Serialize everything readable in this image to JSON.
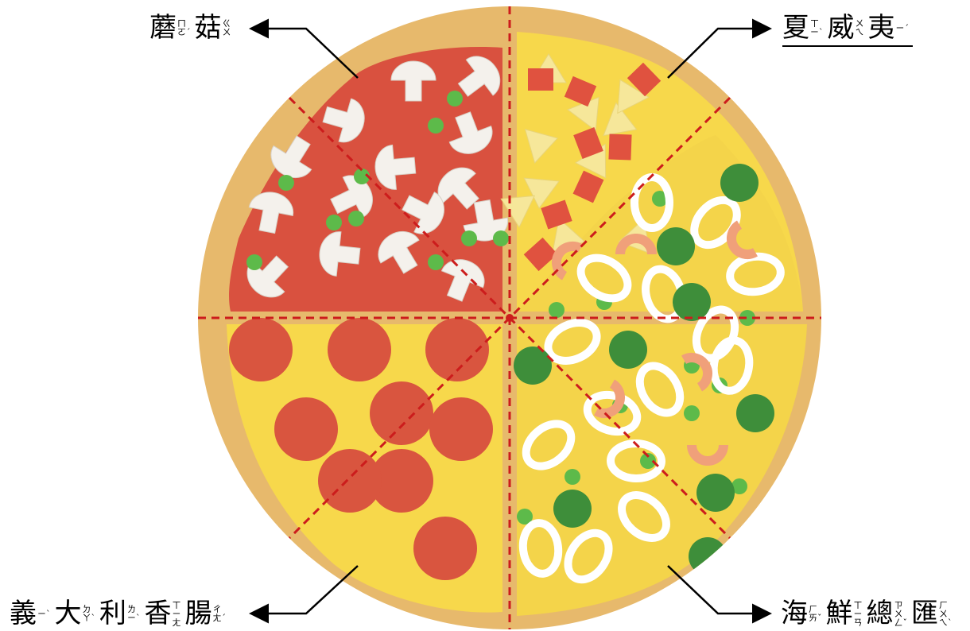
{
  "labels": {
    "mushroom": [
      {
        "char": "蘑",
        "zhuyin": [
          "ㄇ",
          "ㄛ"
        ],
        "tone": "ˊ"
      },
      {
        "char": "菇",
        "zhuyin": [
          "ㄍ",
          "ㄨ"
        ],
        "tone": ""
      }
    ],
    "hawaii": [
      {
        "char": "夏",
        "zhuyin": [
          "ㄒ",
          "ㄧ"
        ],
        "tone": "ˋ"
      },
      {
        "char": "威",
        "zhuyin": [
          "ㄨ",
          "ㄟ"
        ],
        "tone": ""
      },
      {
        "char": "夷",
        "zhuyin": [
          "ㄧ"
        ],
        "tone": "ˊ"
      }
    ],
    "pepperoni": [
      {
        "char": "義",
        "zhuyin": [
          "ㄧ"
        ],
        "tone": "ˋ"
      },
      {
        "char": "大",
        "zhuyin": [
          "ㄉ",
          "ㄚ"
        ],
        "tone": "ˋ"
      },
      {
        "char": "利",
        "zhuyin": [
          "ㄌ",
          "ㄧ"
        ],
        "tone": "ˋ"
      },
      {
        "char": "香",
        "zhuyin": [
          "ㄒ",
          "ㄧ",
          "ㄤ"
        ],
        "tone": ""
      },
      {
        "char": "腸",
        "zhuyin": [
          "ㄔ",
          "ㄤ"
        ],
        "tone": "ˊ"
      }
    ],
    "seafood": [
      {
        "char": "海",
        "zhuyin": [
          "ㄏ",
          "ㄞ"
        ],
        "tone": "ˇ"
      },
      {
        "char": "鮮",
        "zhuyin": [
          "ㄒ",
          "ㄧ",
          "ㄢ"
        ],
        "tone": ""
      },
      {
        "char": "總",
        "zhuyin": [
          "ㄗ",
          "ㄨ",
          "ㄥ"
        ],
        "tone": "ˇ"
      },
      {
        "char": "匯",
        "zhuyin": [
          "ㄏ",
          "ㄨ",
          "ㄟ"
        ],
        "tone": "ˋ"
      }
    ]
  },
  "colors": {
    "crust": "#E7B96C",
    "crust_edge": "#D9A85C",
    "sauce": "#D9513F",
    "cheese": "#F7D84B",
    "cut_line": "#CC1C1C",
    "pepperoni": "#D9553F",
    "mushroom": "#F4F1EC",
    "pea": "#5DBA4A",
    "broccoli": "#3E8E3A",
    "pineapple": "#F6E79A",
    "ham": "#E0523F",
    "shrimp": "#F0A07A",
    "squid": "#FFFFFF"
  }
}
